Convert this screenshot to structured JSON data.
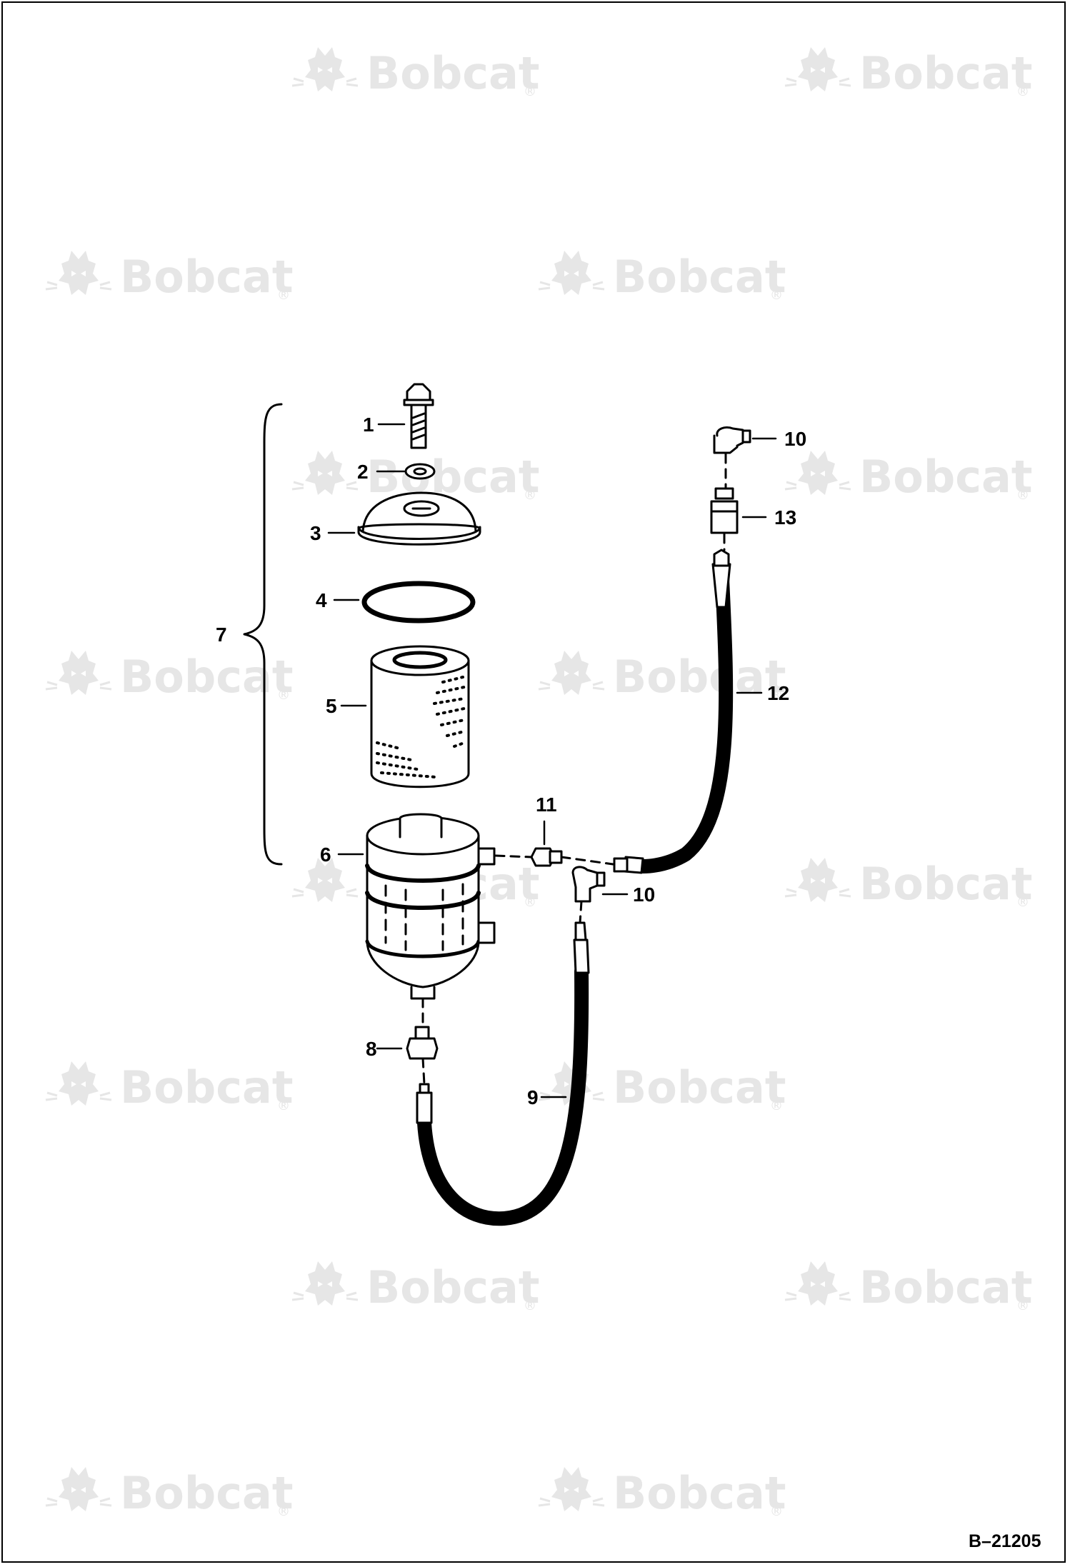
{
  "watermark": {
    "text": "Bobcat",
    "mark": "®",
    "logo": "bobcat-head-icon",
    "color": "#e6e6e6"
  },
  "reference": "B–21205",
  "callouts": {
    "c1": "1",
    "c2": "2",
    "c3": "3",
    "c4": "4",
    "c5": "5",
    "c6": "6",
    "c7": "7",
    "c8": "8",
    "c9": "9",
    "c10a": "10",
    "c10b": "10",
    "c11": "11",
    "c12": "12",
    "c13": "13"
  }
}
